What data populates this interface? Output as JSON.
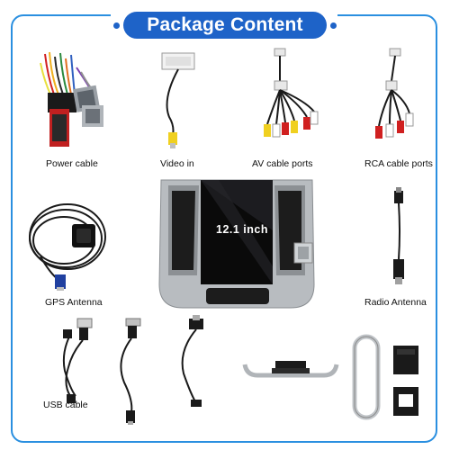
{
  "header": {
    "title": "Package Content"
  },
  "items": {
    "power_cable": "Power cable",
    "video_in": "Video in",
    "av_cable_ports": "AV cable ports",
    "rca_cable_ports": "RCA cable ports",
    "gps_antenna": "GPS Antenna",
    "radio_antenna": "Radio Antenna",
    "usb_cable": "USB cable"
  },
  "head_unit": {
    "screen_size": "12.1 inch"
  },
  "colors": {
    "accent": "#1e63c8",
    "frame_border": "#2a8fe0"
  }
}
